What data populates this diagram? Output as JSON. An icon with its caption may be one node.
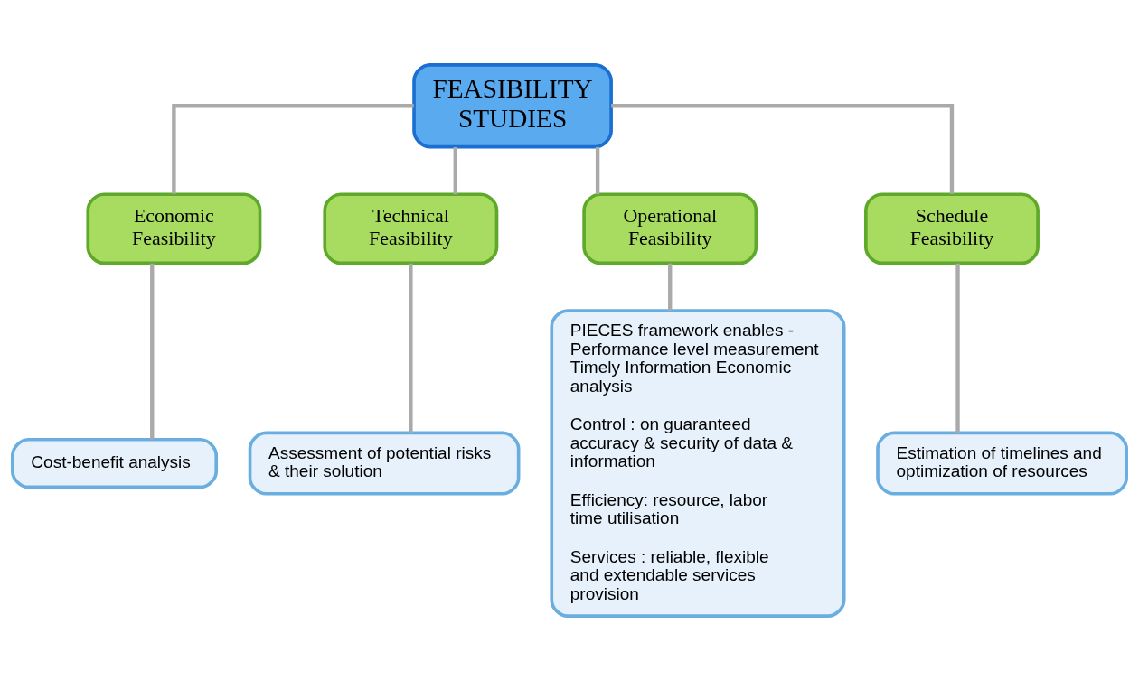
{
  "diagram": {
    "nodes": [
      {
        "text": [
          "FEASIBILITY STUDIES"
        ]
      },
      {
        "text": [
          "Economic Feasibility"
        ]
      },
      {
        "text": [
          "Technical Feasibility"
        ]
      },
      {
        "text": [
          "Operational Feasibility"
        ]
      },
      {
        "text": [
          "Schedule Feasibility"
        ]
      },
      {
        "text": [
          "Cost-benefit analysis"
        ]
      },
      {
        "text": [
          "Assessment of potential risks & their solution"
        ]
      },
      {
        "text": [
          "PIECES framework enables - Performance level measurement Timely Information Economic analysis",
          "Control : on guaranteed accuracy & security of data & information",
          "Efficiency: resource, labor time utilisation",
          "Services : reliable, flexible and extendable services provision"
        ]
      },
      {
        "text": [
          "Estimation of timelines and optimization of resources"
        ]
      }
    ],
    "edges": [
      {
        "from": 0,
        "to": 1,
        "arrow": "none"
      },
      {
        "from": 0,
        "to": 2,
        "arrow": "none"
      },
      {
        "from": 0,
        "to": 3,
        "arrow": "none"
      },
      {
        "from": 0,
        "to": 4,
        "arrow": "none"
      },
      {
        "from": 1,
        "to": 5,
        "arrow": "none"
      },
      {
        "from": 2,
        "to": 6,
        "arrow": "none"
      },
      {
        "from": 3,
        "to": 7,
        "arrow": "none"
      },
      {
        "from": 4,
        "to": 8,
        "arrow": "none"
      }
    ]
  }
}
